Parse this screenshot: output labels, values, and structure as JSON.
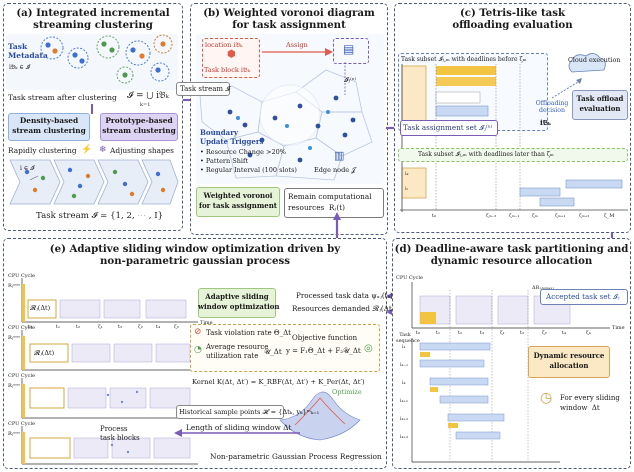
{
  "panel_a": {
    "title_line1": "(a) Integrated incremental",
    "title_line2": "streaming clustering",
    "task_metadata": "Task\nMetadata",
    "after_clustering": "Task stream after clustering",
    "formula_cluster": "𝓘 = ⋃ i𝔅ₖ",
    "formula_k": "k=1",
    "formula_B": "B",
    "density_label": "Density-based\nstream clustering",
    "prototype_label": "Prototype-based\nstream clustering",
    "rapidly": "Rapidly clustering",
    "adjusting": "Adjusting shapes",
    "task_stream": "Task stream  𝓘 = {1, 2, ⋯ , I}",
    "i_in_I": "i ∈ 𝓘",
    "i_in_Bk": "i𝔅ₖ ∈ 𝓘"
  },
  "panel_b": {
    "title_line1": "(b) Weighted voronoi diagram",
    "title_line2": "for task assignment",
    "location": "location i𝔅ₖ",
    "task_block": "Task block i𝔅ₖ",
    "assign": "Assign",
    "task_stream_I": "Task stream 𝓘",
    "I_n": "𝓘ⱼ⁽ⁿ⁾",
    "boundary_title": "Boundary\nUpdate Triggers",
    "trigger_1": "• Resource Change >20%",
    "trigger_2": "• Pattern Shift",
    "trigger_3": "• Regular Interval (100 slots)",
    "edge_node": "Edge node 𝒥",
    "weighted_voronoi": "Weighted voronoi\nfor task assignment",
    "remain_resources": "Remain computational\nresources  Rⱼ(t)"
  },
  "panel_c": {
    "title_line1": "(c) Tetris-like task",
    "title_line2": "offloading evaluation",
    "subset_before": "Task subset 𝓘ⱼ,ₘ with deadlines before ζₘ",
    "subset_later": "Task subset 𝓘ⱼ,ₘ with deadlines later than ζₘ",
    "cloud_execution": "Cloud execution",
    "offloading_decision": "Offloading\ndecision",
    "i_Bk": "i𝔅ₖ",
    "task_offload_eval": "Task offload\nevaluation",
    "assignment_set": "Task assignment set 𝓘ⱼ⁽ⁿ⁾",
    "x_ticks": [
      "t₀",
      "ζₘ₋₂",
      "ζₘ₋₁",
      "ζₘ",
      "ζₘ₊₁",
      "ζₘ₊₂",
      "ζ_M"
    ],
    "rows": [
      "iₖ",
      "iₗ"
    ]
  },
  "panel_d": {
    "title_line1": "(d) Deadline-aware task partitioning and",
    "title_line2": "dynamic resource allocation",
    "cpu_cycle": "CPU  Cycle",
    "accepted_set": "Accepted task set 𝓘ⱼ",
    "delta_r": "ΔRⱼ,ₖ₍ₘₐₓ₎",
    "task_sequence": "Task\nsequence",
    "dynamic_alloc": "Dynamic resource\nallocation",
    "every_window": "For every sliding\nwindow  Δt",
    "time": "Time",
    "x_ticks": [
      "t₀",
      "t₁",
      "t₂",
      "t₃",
      "ζ₁",
      "t₃",
      "ζ₂",
      "t₄",
      "ζ₄"
    ],
    "seq_rows": [
      "i₁",
      "iₖ₋₁",
      "iₖ",
      "iₖ₊₁",
      "iₖ₊₂",
      "iₖ₊₃"
    ]
  },
  "panel_e": {
    "title_line1": "(e) Adaptive sliding window optimization driven by",
    "title_line2": "non-parametric gaussian process",
    "cpu_cycle": "CPU  Cycle",
    "adaptive_label": "Adaptive sliding\nwindow optimization",
    "processed_data": "Processed task data  ψₓⱼ(tₖ)",
    "resources_demanded": "Resources demanded  𝓡ⱼ(Δt)",
    "violation": "Task violation rate Θ_Δt",
    "utilization": "Average resource\nutilization rate",
    "utilization_sym": "𝒰_Δt",
    "objective": "Objective function",
    "objective_formula": "y = F₁Θ_Δt + F₂𝒰_Δt",
    "kernel": "Kernel  K(Δt, Δt′) = K_RBF(Δt, Δt′) + K_Per(Δt, Δt′)",
    "historical": "Historical sample points 𝓗 = {Δtₖ, yₖ}ᵐₖ₌₁",
    "length_window": "Length of sliding window Δt",
    "optimize": "Optimize",
    "process_blocks": "Process\ntask blocks",
    "ngpr": "Non-parametric Gaussian Process Regression",
    "r_delta": "𝓡ⱼ(Δt)",
    "time": "Time",
    "y_label": "Rⱼᵐᵃˣ",
    "x_ticks": [
      "t₀",
      "t₁",
      "t₂",
      "ζ₁",
      "t₃",
      "ζ₂",
      "t₄",
      "ζ₃",
      "t₅"
    ]
  },
  "colors": {
    "panel_border": "#4a5a78",
    "purple_arrow": "#7a5cb8",
    "blue_box": "#d9e6f7",
    "green_box": "#e6f3d8",
    "yellow_bar": "#f3c342",
    "orange_box": "#fbe8c5",
    "violet_box": "#ddd3f2"
  }
}
